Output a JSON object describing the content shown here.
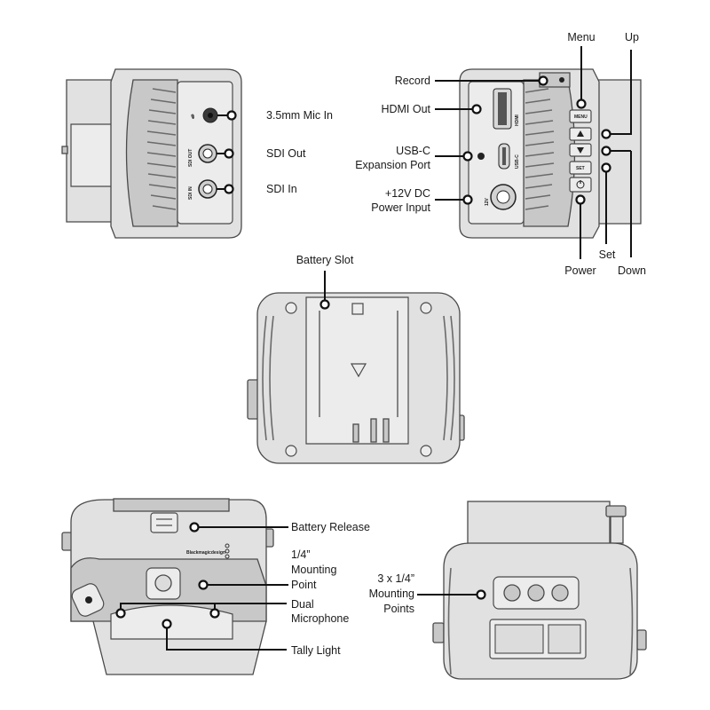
{
  "callouts": {
    "mic_in": "3.5mm Mic In",
    "sdi_out": "SDI Out",
    "sdi_in": "SDI In",
    "record": "Record",
    "hdmi_out": "HDMI Out",
    "usbc_line1": "USB-C",
    "usbc_line2": "Expansion Port",
    "power_in_line1": "+12V DC",
    "power_in_line2": "Power Input",
    "menu": "Menu",
    "up": "Up",
    "set": "Set",
    "power": "Power",
    "down": "Down",
    "battery_slot": "Battery Slot",
    "battery_release": "Battery Release",
    "mount_line1": "1/4”",
    "mount_line2": "Mounting",
    "mount_line3": "Point",
    "mic_line1": "Dual",
    "mic_line2": "Microphone",
    "tally": "Tally Light",
    "mounts3_line1": "3 x 1/4”",
    "mounts3_line2": "Mounting",
    "mounts3_line3": "Points"
  },
  "device_labels": {
    "sdi_out": "SDI OUT",
    "sdi_in": "SDI IN",
    "hdmi": "HDMI",
    "usbc": "USB-C",
    "dc12v": "12V",
    "menu_btn": "MENU",
    "set_btn": "SET",
    "brand": "Blackmagicdesign"
  },
  "icons": {
    "mic": "microphone-icon",
    "power": "power-icon",
    "up": "triangle-up-icon",
    "down": "triangle-down-icon",
    "battery_arrow": "triangle-down-icon"
  }
}
